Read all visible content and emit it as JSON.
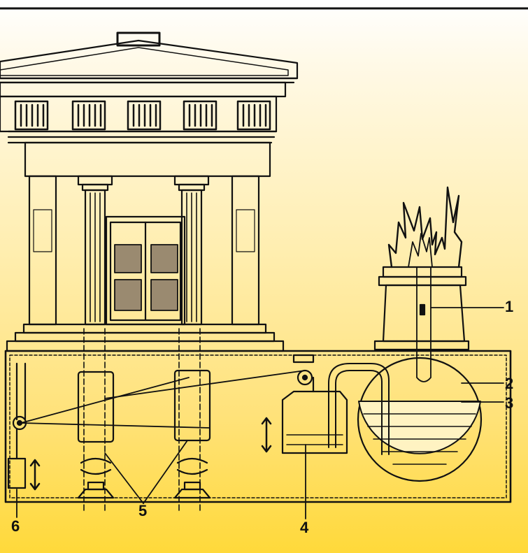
{
  "labels": {
    "1": "1",
    "2": "2",
    "3": "3",
    "4": "4",
    "5": "5",
    "6": "6"
  },
  "colors": {
    "ink": "#111111",
    "liquid": "#1a1a1a",
    "background_top": "#ffffff",
    "background_bottom": "#ffd93a"
  }
}
